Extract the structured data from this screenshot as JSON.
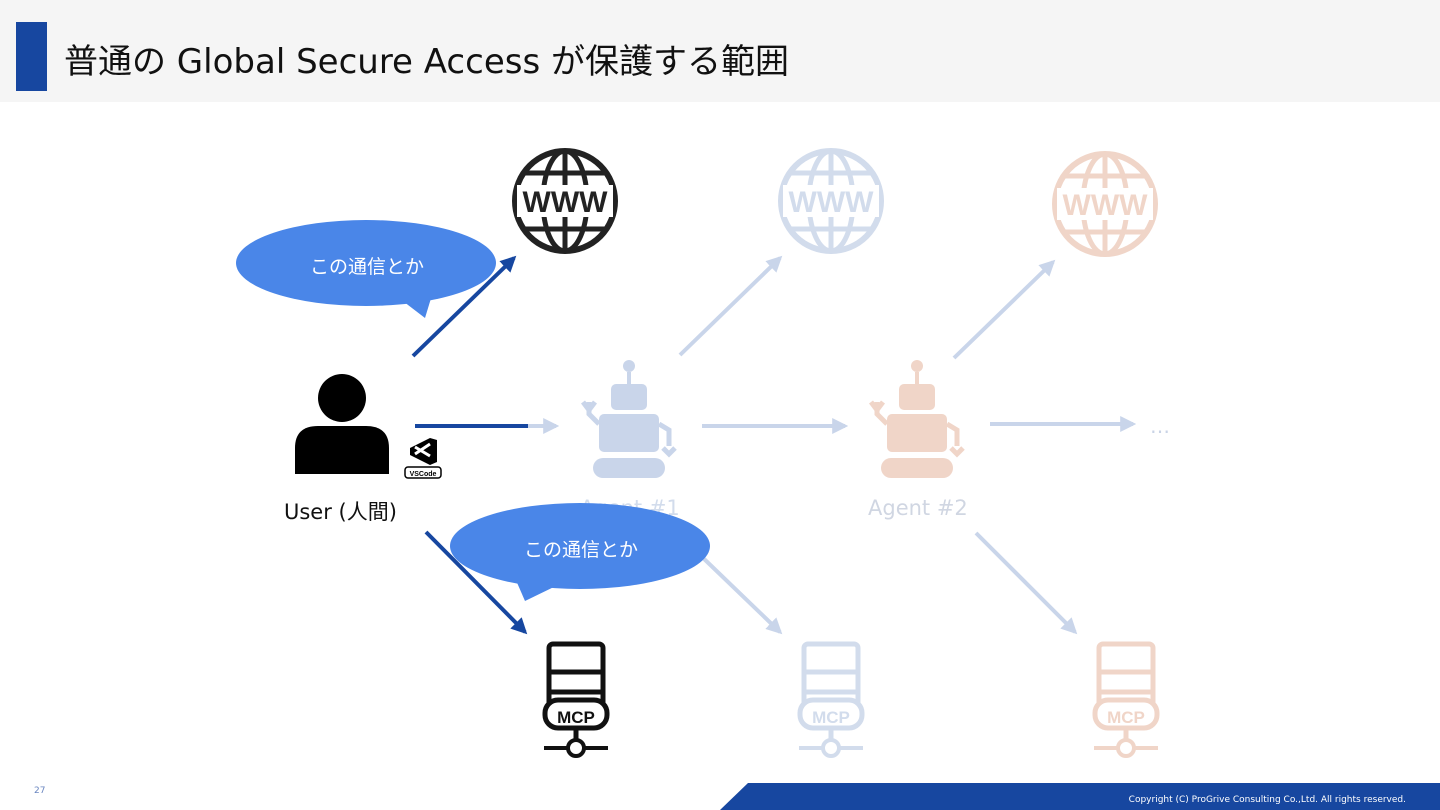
{
  "slide": {
    "title": "普通の Global Secure Access が保護する範囲",
    "page_number": "27",
    "copyright": "Copyright (C) ProGrive Consulting Co.,Ltd. All rights reserved."
  },
  "diagram": {
    "user_label": "User (人間)",
    "vscode_badge": "VSCode",
    "agent1_label": "Agent #1",
    "agent2_label": "Agent #2",
    "ellipsis": "…",
    "www_text": "WWW",
    "mcp_text": "MCP",
    "bubble_top": "この通信とか",
    "bubble_bottom": "この通信とか"
  },
  "colors": {
    "accent_blue": "#1747a0",
    "bubble_blue": "#4a86e8",
    "faded_blue": "#c9d5ea",
    "faded_orange": "#f0d5c8"
  }
}
